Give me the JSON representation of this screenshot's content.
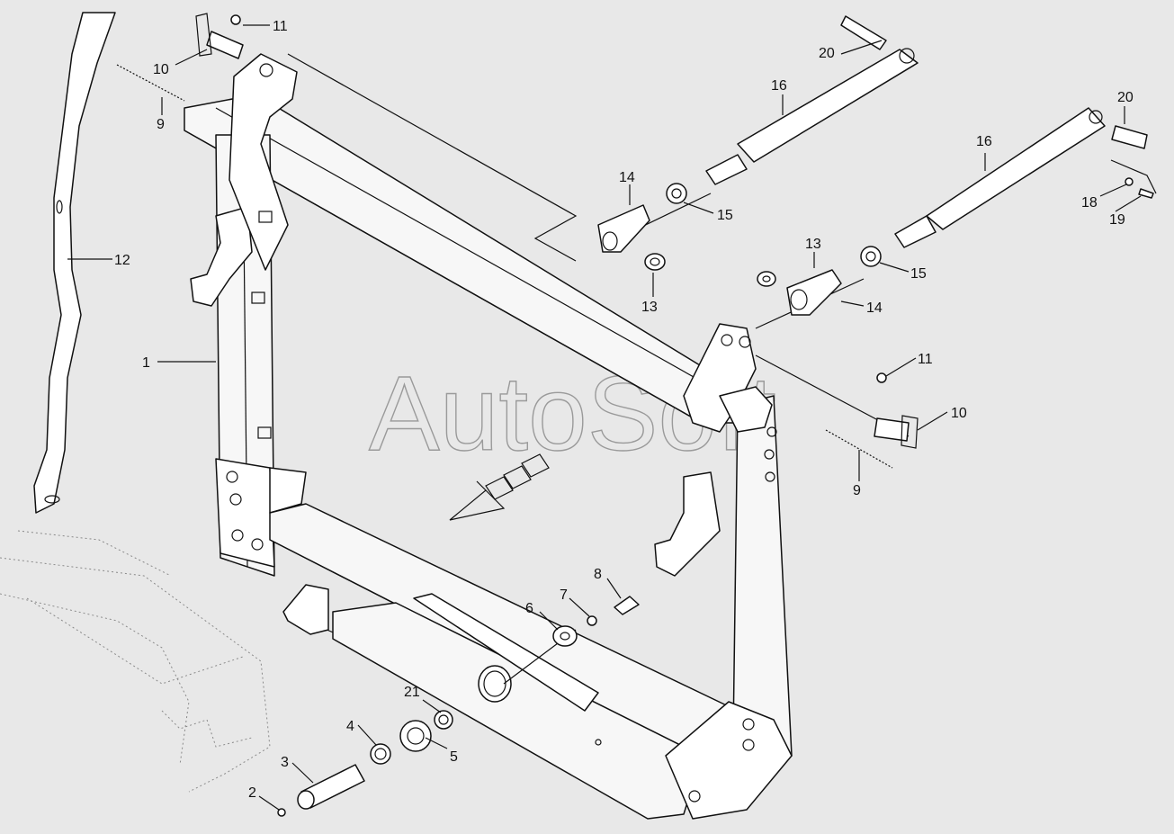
{
  "watermark": "AutoSoft",
  "colors": {
    "background": "#e8e8e8",
    "line": "#111111",
    "watermark": "#9a9a9a"
  },
  "callouts": [
    {
      "id": "c11a",
      "text": "11"
    },
    {
      "id": "c10a",
      "text": "10"
    },
    {
      "id": "c9a",
      "text": "9"
    },
    {
      "id": "c12",
      "text": "12"
    },
    {
      "id": "c1",
      "text": "1"
    },
    {
      "id": "c20a",
      "text": "20"
    },
    {
      "id": "c16a",
      "text": "16"
    },
    {
      "id": "c14a",
      "text": "14"
    },
    {
      "id": "c15a",
      "text": "15"
    },
    {
      "id": "c13a",
      "text": "13"
    },
    {
      "id": "c20b",
      "text": "20"
    },
    {
      "id": "c16b",
      "text": "16"
    },
    {
      "id": "c18",
      "text": "18"
    },
    {
      "id": "c19",
      "text": "19"
    },
    {
      "id": "c13b",
      "text": "13"
    },
    {
      "id": "c15b",
      "text": "15"
    },
    {
      "id": "c14b",
      "text": "14"
    },
    {
      "id": "c11b",
      "text": "11"
    },
    {
      "id": "c10b",
      "text": "10"
    },
    {
      "id": "c9b",
      "text": "9"
    },
    {
      "id": "c8",
      "text": "8"
    },
    {
      "id": "c7",
      "text": "7"
    },
    {
      "id": "c6",
      "text": "6"
    },
    {
      "id": "c21",
      "text": "21"
    },
    {
      "id": "c4",
      "text": "4"
    },
    {
      "id": "c5",
      "text": "5"
    },
    {
      "id": "c3",
      "text": "3"
    },
    {
      "id": "c2",
      "text": "2"
    }
  ]
}
